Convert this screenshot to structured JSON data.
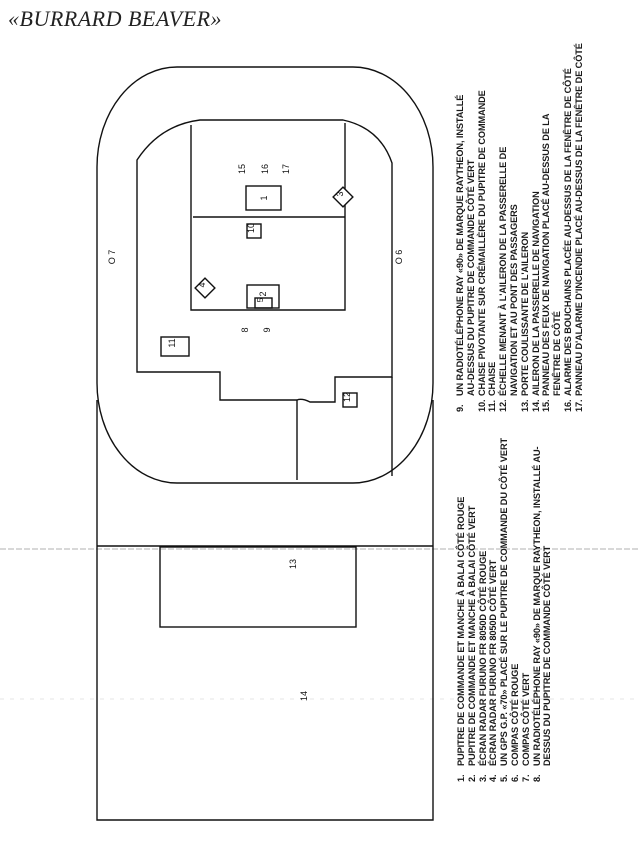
{
  "title": "«BURRARD BEAVER»",
  "diagram_labels": {
    "l1": "1",
    "l2": "2",
    "l3": "3",
    "l4": "4",
    "l5": "5",
    "l6": "O 6",
    "l7": "O 7",
    "l8": "8",
    "l9": "9",
    "l10": "10",
    "l11": "11",
    "l12": "12",
    "l13": "13",
    "l14": "14",
    "l15": "15",
    "l16": "16",
    "l17": "17"
  },
  "legend_left": [
    {
      "num": "1.",
      "lines": [
        "PUPITRE DE COMMANDE ET MANCHE À BALAI CÔTÉ ROUGE"
      ]
    },
    {
      "num": "2.",
      "lines": [
        "PUPITRE DE COMMANDE ET MANCHE À BALAI CÔTÉ VERT"
      ]
    },
    {
      "num": "3.",
      "lines": [
        "ÉCRAN RADAR FURUNO FR 8050D CÔTÉ ROUGE"
      ]
    },
    {
      "num": "4.",
      "lines": [
        "ÉCRAN RADAR FURUNO FR 8050D CÔTÉ VERT"
      ]
    },
    {
      "num": "5.",
      "lines": [
        "UN GPS G.P. «70»  PLACÉ SUR LE PUPITRE DE COMMANDE DU CÔTÉ VERT"
      ]
    },
    {
      "num": "6.",
      "lines": [
        "COMPAS CÔTÉ ROUGE"
      ]
    },
    {
      "num": "7.",
      "lines": [
        "COMPAS CÔTÉ VERT"
      ]
    },
    {
      "num": "8.",
      "lines": [
        "UN RADIOTÉLÉPHONE RAY «90» DE MARQUE RAYTHEON, INSTALLÉ AU-",
        "DESSUS DU PUPITRE DE COMMANDE CÔTÉ VERT"
      ]
    }
  ],
  "legend_right": [
    {
      "num": "9.",
      "lines": [
        "UN RADIOTÉLÉPHONE RAY «90» DE MARQUE RAYTHEON, INSTALLÉ",
        "AU-DESSUS DU PUPITRE DE COMMANDE CÔTÉ VERT"
      ]
    },
    {
      "num": "10.",
      "lines": [
        "CHAISE PIVOTANTE SUR CRÉMAILLÈRE DU PUPITRE DE COMMANDE"
      ]
    },
    {
      "num": "11.",
      "lines": [
        "CHAISE"
      ]
    },
    {
      "num": "12.",
      "lines": [
        "ÉCHELLE MENANT À L'AILERON DE LA PASSERELLE DE",
        "NAVIGATION ET AU PONT DES PASSAGERS"
      ]
    },
    {
      "num": "13.",
      "lines": [
        "PORTE COULISSANTE DE L'AILERON"
      ]
    },
    {
      "num": "14.",
      "lines": [
        "AILERON DE LA PASSERELLE DE NAVIGATION"
      ]
    },
    {
      "num": "15.",
      "lines": [
        "PANNEAU DES FEUX DE NAVIGATION PLACÉ AU-DESSUS DE LA",
        "FENÊTRE DE CÔTÉ"
      ]
    },
    {
      "num": "16.",
      "lines": [
        "ALARME DES BOUCHAINS PLACÉE AU-DESSUS DE LA FENÊTRE DE CÔTÉ"
      ]
    },
    {
      "num": "17.",
      "lines": [
        "PANNEAU D'ALARME D'INCENDIE PLACÉ AU-DESSUS DE LA FENÊTRE DE CÔTÉ"
      ]
    }
  ]
}
